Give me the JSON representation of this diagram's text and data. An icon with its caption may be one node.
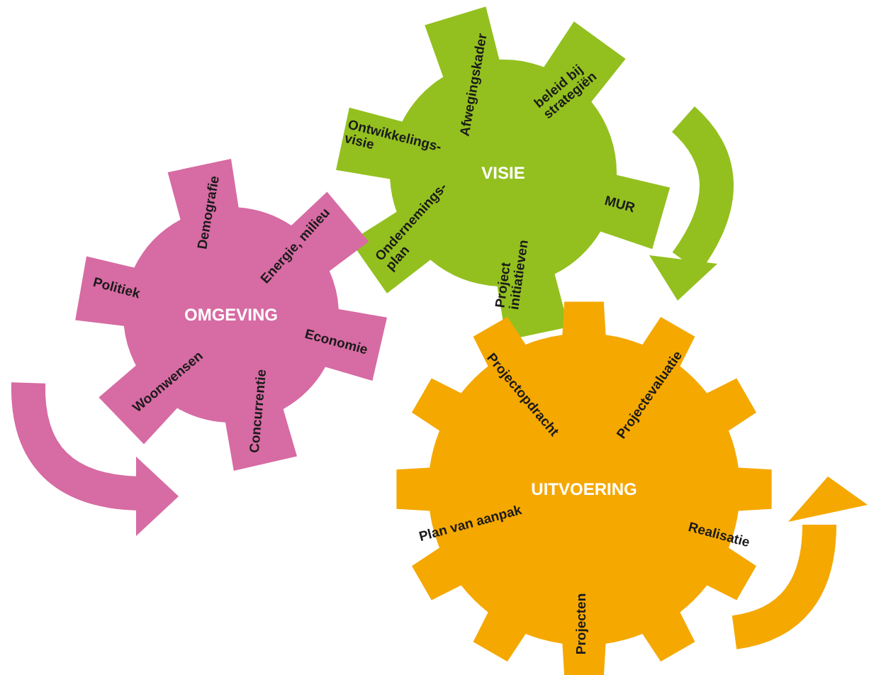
{
  "diagram": {
    "nodes": [
      {
        "text": [
          "VISIE",
          "Ontwikkelings- visie",
          "Afwegingskader",
          "beleid bij strategiën",
          "MUR",
          "Project initiatieven",
          "Ondernemings- plan"
        ]
      },
      {
        "text": [
          "OMGEVING",
          "Politiek",
          "Demografie",
          "Energie, milieu",
          "Economie",
          "Concurrentie",
          "Woonwensen"
        ]
      },
      {
        "text": [
          "UITVOERING",
          "Projectopdracht",
          "Projectevaluatie",
          "Plan van aanpak",
          "Realisatie",
          "Projecten"
        ]
      }
    ]
  }
}
